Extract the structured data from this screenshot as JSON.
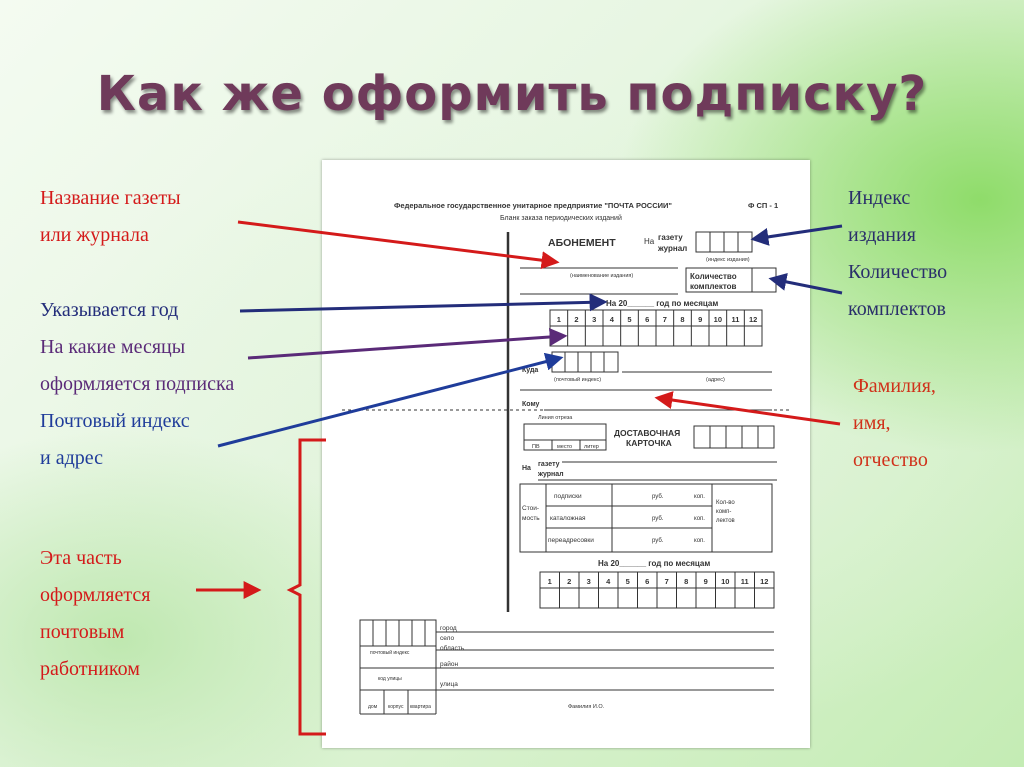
{
  "slide": {
    "title": "Как же оформить подписку?"
  },
  "left_labels": {
    "newspaper_name": [
      "Название газеты",
      " или журнала"
    ],
    "year": "Указывается год",
    "months": [
      "На какие месяцы",
      "оформляется подписка"
    ],
    "address": [
      "Почтовый индекс",
      "и адрес"
    ],
    "postal_worker": [
      "Эта часть",
      "оформляется",
      "почтовым",
      "работником"
    ]
  },
  "right_labels": {
    "index": [
      "Индекс",
      " издания"
    ],
    "quantity": [
      "Количество",
      "комплектов"
    ],
    "fio": [
      "Фамилия,",
      "имя,",
      "отчество"
    ]
  },
  "form": {
    "org_header": "Федеральное государственное унитарное предприятие \"ПОЧТА РОССИИ\"",
    "form_code": "Ф СП - 1",
    "subtitle": "Бланк заказа периодических изданий",
    "abonement": "АБОНЕМЕНТ",
    "na": "На",
    "gazetu": "газету",
    "zhurnal": "журнал",
    "index_caption": "(индекс издания)",
    "name_caption": "(наименование издания)",
    "kolichestvo": "Количество",
    "komplektov": "комплектов",
    "year_line": "На 20______ год по месяцам",
    "months": [
      "1",
      "2",
      "3",
      "4",
      "5",
      "6",
      "7",
      "8",
      "9",
      "10",
      "11",
      "12"
    ],
    "kuda": "Куда",
    "postal_index_caption": "(почтовый индекс)",
    "address_caption": "(адрес)",
    "komu": "Кому",
    "cut_line": "Линия отреза",
    "pv": "ПВ",
    "mesto": "место",
    "liter": "литер",
    "delivery_card": [
      "ДОСТАВОЧНАЯ",
      "КАРТОЧКА"
    ],
    "stoimost": [
      "Стои-",
      "мость"
    ],
    "cost_rows": [
      "подписки",
      "каталожная",
      "переадресовки"
    ],
    "rub": "руб.",
    "kop": "коп.",
    "kolvo": [
      "Кол-во",
      "комп-",
      "лектов"
    ],
    "gorod": "город",
    "selo": "село",
    "oblast": "область",
    "rayon": "район",
    "ulitsa": "улица",
    "postal_index_caption2": "почтовый индекс",
    "kod_ulitsy": "код улицы",
    "dom": "дом",
    "korpus": "корпус",
    "kvartira": "квартира",
    "fio_caption": "Фамилия И.О."
  },
  "colors": {
    "title": "#6f3a5a",
    "red": "#d41a1a",
    "navy": "#232d7a",
    "purple": "#5a2a78",
    "blue": "#1f3c9a"
  }
}
